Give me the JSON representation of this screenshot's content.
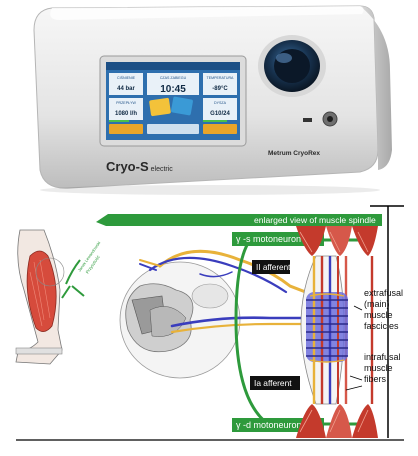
{
  "device": {
    "model_name": "Cryo-S",
    "model_suffix": "electric",
    "manufacturer": "Metrum CryoRex",
    "screen": {
      "panels": [
        {
          "label": "CIŚNIENIE",
          "value": "44 bar"
        },
        {
          "label": "CZAS ZABIEGU",
          "value": "10:45"
        },
        {
          "label": "TEMPERATURA",
          "value": "-89°C"
        },
        {
          "label": "PRZEPŁYW",
          "value": "1080 l/h"
        },
        {
          "label": "DYSZA",
          "value": "G10/24"
        }
      ]
    }
  },
  "diagram": {
    "banner": "enlarged view of muscle spindle",
    "gamma_s": "γ -s motoneuron",
    "gamma_d": "γ -d motoneuron",
    "ii_afferent": "II afferent",
    "ia_afferent": "Ia afferent",
    "extrafusal": [
      "extrafusal",
      "(main)",
      "muscle",
      "fascicles"
    ],
    "intrafusal": [
      "intrafusal",
      "muscle",
      "fibers"
    ],
    "small_labels": [
      "Janek Lewandowski",
      "Przyszłość"
    ]
  },
  "colors": {
    "green": "#2e9a3c",
    "blue_fiber": "#3a3dbd",
    "yellow_fiber": "#e8b23a",
    "red_fiber": "#c43a2c",
    "muscle": "#d64b3c",
    "screen_bg": "#2e6fae"
  }
}
